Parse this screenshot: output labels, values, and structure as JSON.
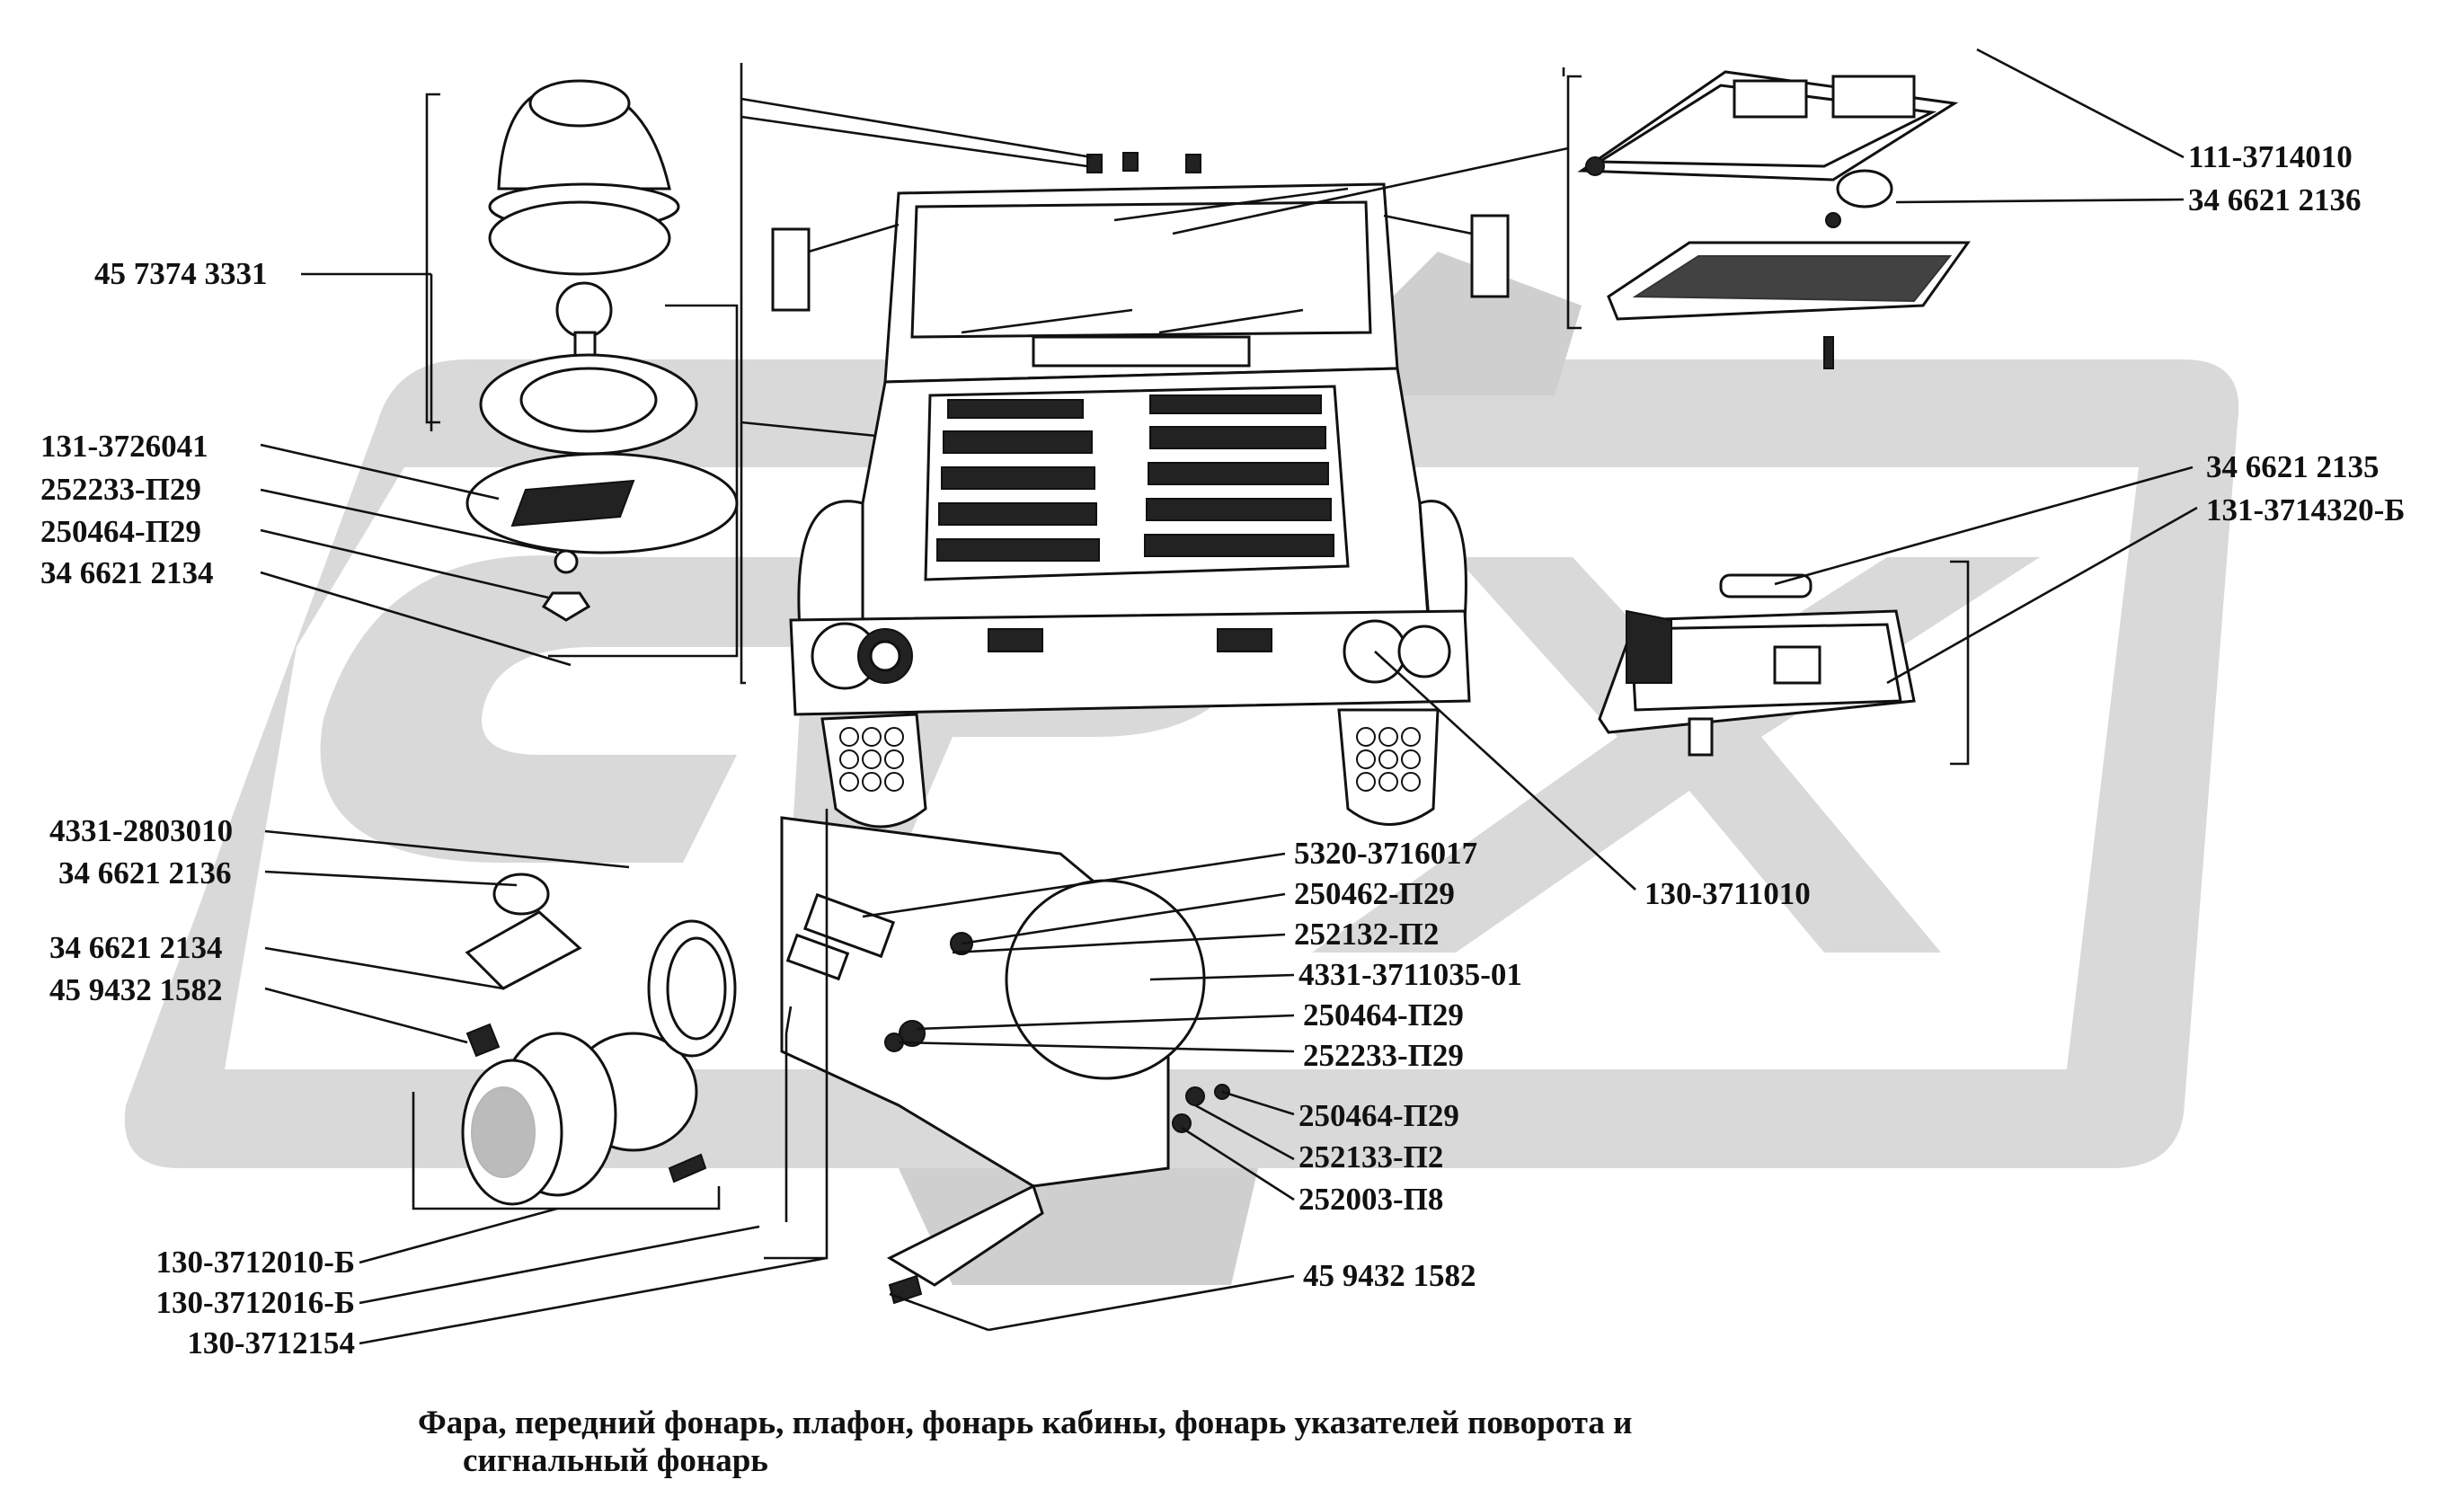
{
  "labels": {
    "l1": "45 7374 3331",
    "l2": "131-3726041",
    "l3": "252233-П29",
    "l4": "250464-П29",
    "l5": "34 6621 2134",
    "l6": "111-3714010",
    "l7": "34 6621 2136",
    "l8": "34 6621 2135",
    "l9": "131-3714320-Б",
    "l10": "4331-2803010",
    "l11": "34 6621 2136",
    "l12": "34 6621 2134",
    "l13": "45 9432 1582",
    "l14": "5320-3716017",
    "l15": "250462-П29",
    "l16": "252132-П2",
    "l17": "4331-3711035-01",
    "l18": "250464-П29",
    "l19": "252233-П29",
    "l20": "130-3711010",
    "l21": "250464-П29",
    "l22": "252133-П2",
    "l23": "252003-П8",
    "l24": "45 9432 1582",
    "l25": "130-3712010-Б",
    "l26": "130-3712016-Б",
    "l27": "130-3712154"
  },
  "caption": {
    "line1": "Фара, передний фонарь, плафон, фонарь кабины, фонарь указателей поворота и",
    "line2": "сигнальный фонарь"
  },
  "colors": {
    "ink": "#111111",
    "watermark": "#d9d9d9",
    "background": "#ffffff"
  }
}
